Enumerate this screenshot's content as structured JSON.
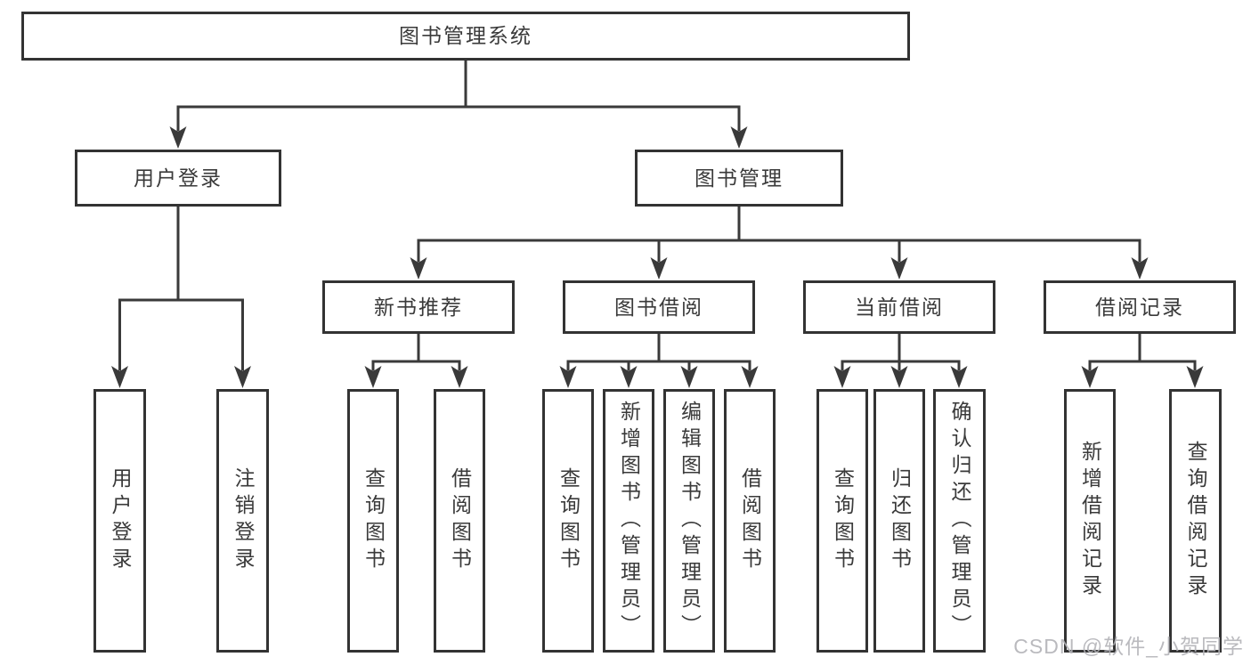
{
  "diagram": {
    "title": "图书管理系统",
    "level2": [
      {
        "label": "用户登录"
      },
      {
        "label": "图书管理"
      }
    ],
    "level3": [
      {
        "label": "新书推荐",
        "parent": "图书管理"
      },
      {
        "label": "图书借阅",
        "parent": "图书管理"
      },
      {
        "label": "当前借阅",
        "parent": "图书管理"
      },
      {
        "label": "借阅记录",
        "parent": "图书管理"
      }
    ],
    "leaves": [
      {
        "label": "用户登录",
        "parent": "用户登录"
      },
      {
        "label": "注销登录",
        "parent": "用户登录"
      },
      {
        "label": "查询图书",
        "parent": "新书推荐"
      },
      {
        "label": "借阅图书",
        "parent": "新书推荐"
      },
      {
        "label": "查询图书",
        "parent": "图书借阅"
      },
      {
        "label": "新增图书（管理员）",
        "parent": "图书借阅"
      },
      {
        "label": "编辑图书（管理员）",
        "parent": "图书借阅"
      },
      {
        "label": "借阅图书",
        "parent": "图书借阅"
      },
      {
        "label": "查询图书",
        "parent": "当前借阅"
      },
      {
        "label": "归还图书",
        "parent": "当前借阅"
      },
      {
        "label": "确认归还（管理员）",
        "parent": "当前借阅"
      },
      {
        "label": "新增借阅记录",
        "parent": "借阅记录"
      },
      {
        "label": "查询借阅记录",
        "parent": "借阅记录"
      }
    ],
    "watermark": "CSDN @软件_小贺同学",
    "colors": {
      "border": "#333333",
      "text": "#3a3a3a",
      "line": "#3a3a3a",
      "watermark": "#b3b3b8",
      "background": "#ffffff"
    }
  }
}
